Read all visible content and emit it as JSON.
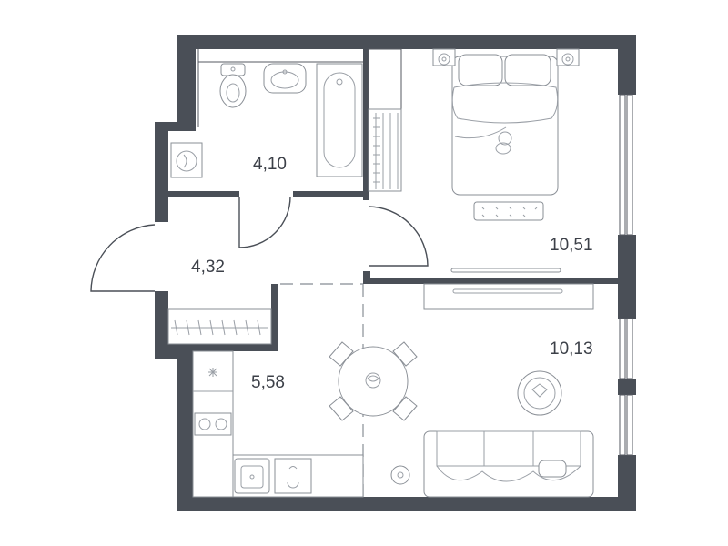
{
  "rooms": {
    "bathroom": {
      "area": "4,10"
    },
    "hall": {
      "area": "4,32"
    },
    "kitchen": {
      "area": "5,58"
    },
    "bedroom": {
      "area": "10,51"
    },
    "living": {
      "area": "10,13"
    }
  },
  "colors": {
    "wall": "#4a4f57",
    "furniture_stroke": "#8a8f96",
    "background": "#ffffff"
  },
  "icons": [
    "toilet-icon",
    "sink-icon",
    "bathtub-icon",
    "washing-machine-icon",
    "bed-icon",
    "lamp-icon",
    "wardrobe-icon",
    "tv-icon",
    "dining-table-icon",
    "chair-icon",
    "sofa-icon",
    "rug-icon",
    "stove-icon",
    "kitchen-sink-icon",
    "plant-icon"
  ]
}
